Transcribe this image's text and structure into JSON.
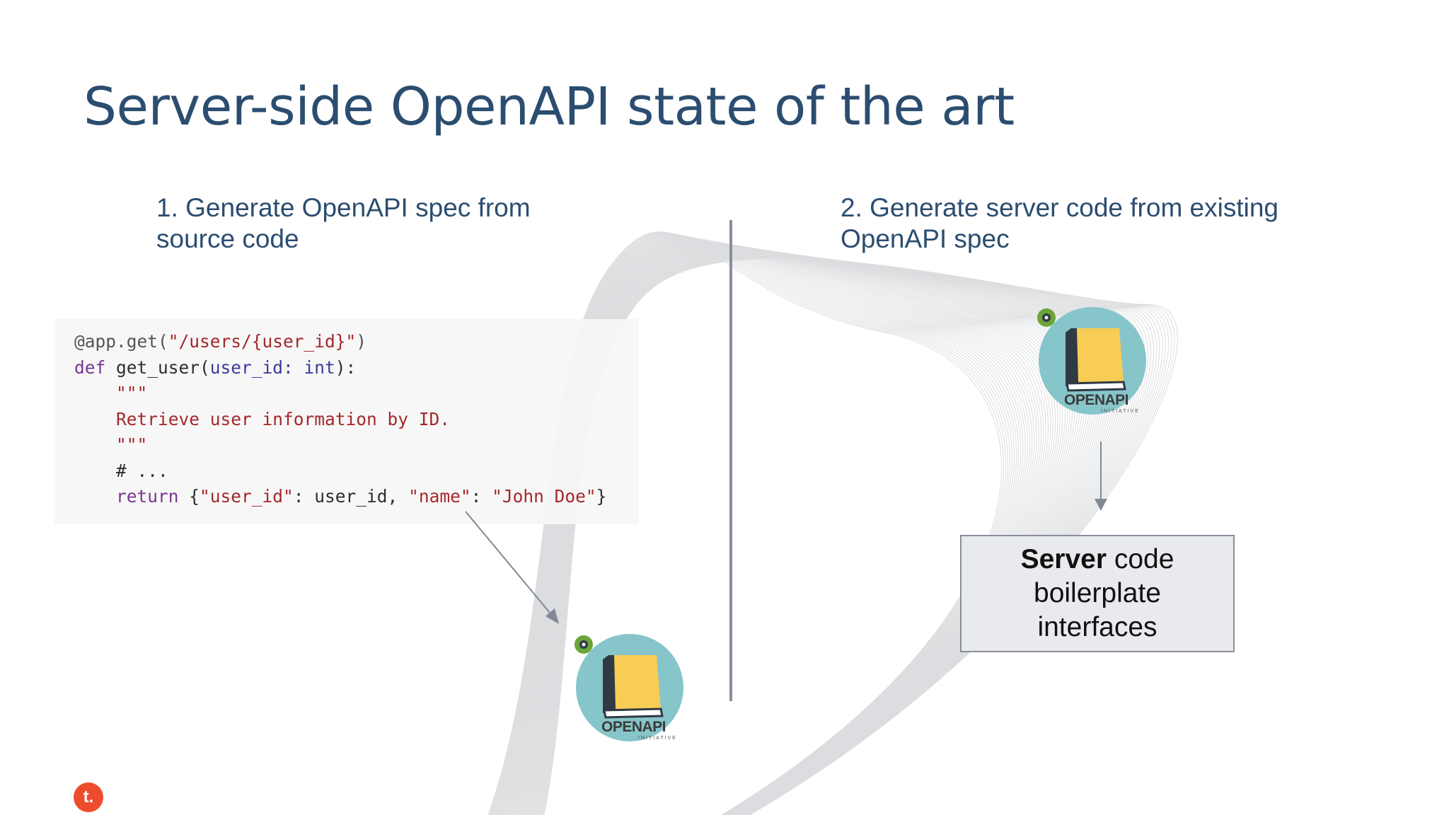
{
  "slide": {
    "title": "Server-side OpenAPI state of the art"
  },
  "step1": {
    "heading_line1": "1. Generate OpenAPI spec from",
    "heading_line2": "source code"
  },
  "step2": {
    "heading_line1": "2. Generate server code from existing",
    "heading_line2": "OpenAPI spec"
  },
  "code": {
    "decorator": "@app.get(",
    "route": "\"/users/{user_id}\"",
    "decorator_close": ")",
    "def_kw": "def",
    "func_name": " get_user(",
    "param": "user_id: int",
    "func_close": "):",
    "docstring_open": "    \"\"\"",
    "docstring_text": "    Retrieve user information by ID.",
    "docstring_close": "    \"\"\"",
    "comment": "    # ...",
    "return_kw": "    return",
    "return_open": " {",
    "key_user_id": "\"user_id\"",
    "colon1": ": user_id, ",
    "key_name": "\"name\"",
    "colon2": ": ",
    "value_name": "\"John Doe\"",
    "return_close": "}"
  },
  "logo": {
    "wordmark": "OPENAPI",
    "subtitle": "INITIATIVE"
  },
  "result_box": {
    "bold": "Server",
    "rest1": " code",
    "line2": "boilerplate",
    "line3": "interfaces"
  },
  "brand": {
    "mark": "t."
  },
  "colors": {
    "title": "#2b4d70",
    "divider": "#8a8d9d",
    "logo_disc": "#86c5ca",
    "book": "#f8cd55",
    "brand_dot": "#ee4d2d"
  }
}
